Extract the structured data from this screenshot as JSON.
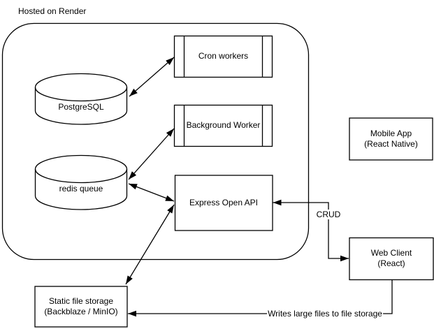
{
  "diagram": {
    "background_color": "#ffffff",
    "stroke_color": "#000000",
    "fill_color": "#ffffff",
    "container": {
      "label": "Hosted on Render"
    },
    "nodes": {
      "postgresql": {
        "shape": "cylinder",
        "label": "PostgreSQL"
      },
      "redis_queue": {
        "shape": "cylinder",
        "label": "redis queue"
      },
      "cron_workers": {
        "shape": "process",
        "label": "Cron workers"
      },
      "background_worker": {
        "shape": "process",
        "label": "Background Worker"
      },
      "express_api": {
        "shape": "rectangle",
        "label": "Express Open API"
      },
      "mobile_app": {
        "shape": "rectangle",
        "label": "Mobile App",
        "sublabel": "(React Native)"
      },
      "web_client": {
        "shape": "rectangle",
        "label": "Web Client",
        "sublabel": "(React)"
      },
      "static_storage": {
        "shape": "rectangle",
        "label": "Static file storage",
        "sublabel": "(Backblaze / MinIO)"
      }
    },
    "edges": [
      {
        "from": "postgresql",
        "to": "cron_workers",
        "arrows": "both",
        "label": ""
      },
      {
        "from": "redis_queue",
        "to": "background_worker",
        "arrows": "both",
        "label": ""
      },
      {
        "from": "redis_queue",
        "to": "express_api",
        "arrows": "both",
        "label": ""
      },
      {
        "from": "static_storage",
        "to": "express_api",
        "arrows": "both",
        "label": ""
      },
      {
        "from": "express_api",
        "to": "web_client",
        "arrows": "both",
        "label": "CRUD"
      },
      {
        "from": "web_client",
        "to": "static_storage",
        "arrows": "end",
        "label": "Writes large files to file storage"
      }
    ]
  }
}
